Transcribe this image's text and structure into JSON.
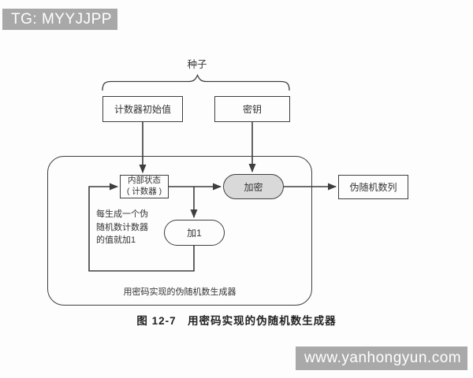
{
  "overlays": {
    "badge": "TG: MYYJJPP",
    "watermark": "www.yanhongyun.com",
    "badge_bg": "#a8a8a8",
    "watermark_bg": "#a8a8a8"
  },
  "figure": {
    "caption": "图 12-7　用密码实现的伪随机数生成器"
  },
  "diagram": {
    "seed_label": "种子",
    "counter_initial_label": "计数器初始值",
    "key_label": "密钥",
    "internal_state_label": "内部状态\n( 计数器 )",
    "encrypt_label": "加密",
    "add_one_label": "加1",
    "output_label": "伪随机数列",
    "note": "每生成一个伪\n随机数计数器\n的值就加1",
    "generator_label": "用密码实现的伪随机数生成器",
    "colors": {
      "line": "#3e3e3e",
      "encrypt_fill": "#d9d9d9",
      "box_fill": "#fdfdfd"
    }
  }
}
